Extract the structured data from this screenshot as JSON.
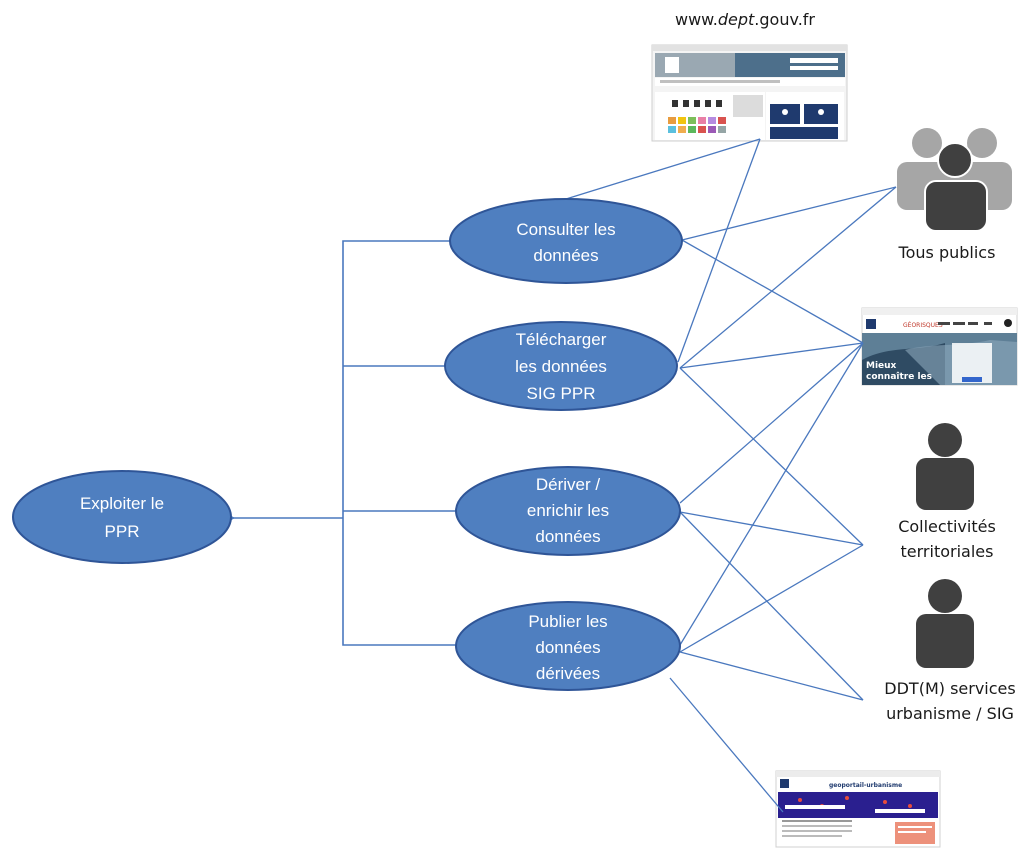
{
  "nodes": {
    "main": {
      "lines": [
        "Exploiter le",
        "PPR"
      ]
    },
    "consulter": {
      "lines": [
        "Consulter  les",
        "données"
      ]
    },
    "telecharger": {
      "lines": [
        "Télécharger",
        "les données",
        "SIG  PPR"
      ]
    },
    "deriver": {
      "lines": [
        "Dériver /",
        "enrichir les",
        "données"
      ]
    },
    "publier": {
      "lines": [
        "Publier les",
        "données",
        "dérivées"
      ]
    }
  },
  "actors": {
    "tous_publics": {
      "lines": [
        "Tous  publics"
      ],
      "icon": "group-people-icon"
    },
    "collectivites": {
      "lines": [
        "Collectivités",
        "territoriales"
      ],
      "icon": "person-icon"
    },
    "ddt": {
      "lines": [
        "DDT(M) services",
        "urbanisme / SIG"
      ],
      "icon": "person-icon"
    }
  },
  "sites": {
    "dept": {
      "url_prefix": "www.",
      "url_italic": "dept",
      "url_suffix": ".gouv.fr",
      "icon": "website-screenshot-icon"
    },
    "georisques": {
      "logo_text": "GÉORISQUES",
      "hero_text_1": "Mieux",
      "hero_text_2": "connaître les",
      "icon": "website-screenshot-icon"
    },
    "geoportail": {
      "logo_text": "geoportail-urbanisme",
      "icon": "website-screenshot-icon"
    }
  },
  "colors": {
    "ellipse_fill": "#4f7fc0",
    "ellipse_stroke": "#2f5597",
    "connector": "#4a78be",
    "person_dark": "#404040",
    "person_light": "#a6a6a6"
  }
}
